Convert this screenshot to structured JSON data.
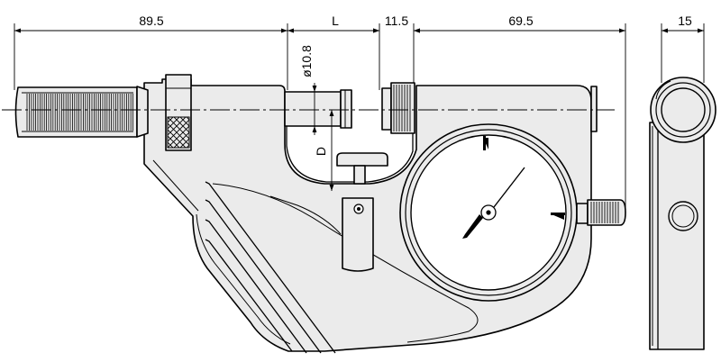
{
  "dimensions": {
    "left_length": "89.5",
    "l_length": "L",
    "anvil_gap": "11.5",
    "right_length": "69.5",
    "width": "15",
    "spindle_diameter": "ø10.8",
    "throat_depth": "D"
  },
  "colors": {
    "body_fill": "#ebebeb",
    "line": "#000000",
    "background": "#ffffff"
  }
}
